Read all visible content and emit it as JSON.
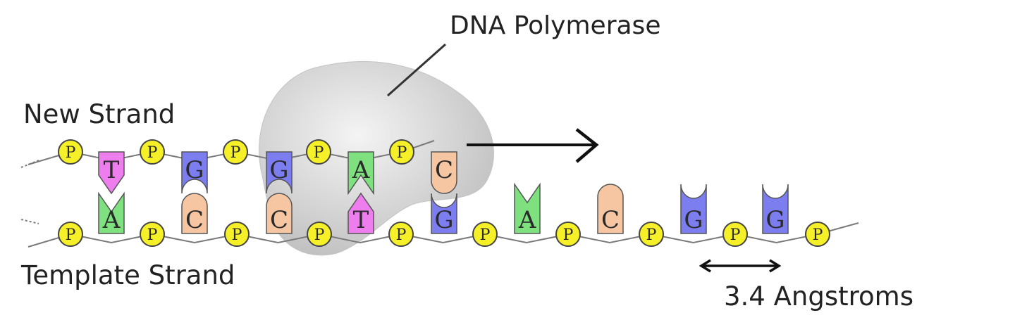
{
  "labels": {
    "enzyme": "DNA Polymerase",
    "new_strand": "New Strand",
    "template_strand": "Template Strand",
    "spacing": "3.4 Angstroms"
  },
  "phosphate_label": "P",
  "colors": {
    "A": "#7ee07e",
    "T": "#ee7eee",
    "G": "#7c7ef0",
    "C": "#f6c6a2",
    "phosphate": "#f6f028",
    "backbone": "#7a7a7a",
    "enzyme": "#d4d4d4",
    "text": "#222222"
  },
  "new_strand": [
    "T",
    "G",
    "G",
    "A",
    "C"
  ],
  "template_strand": [
    "A",
    "C",
    "C",
    "T",
    "G",
    "A",
    "C",
    "G",
    "G"
  ]
}
